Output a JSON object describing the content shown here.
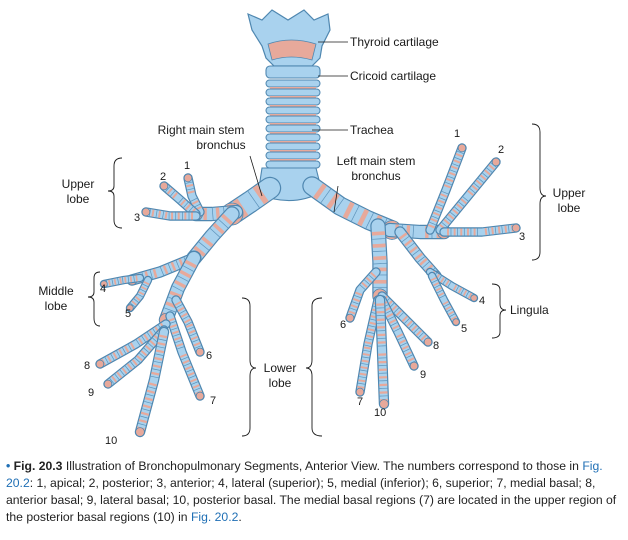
{
  "labels": {
    "thyroid": "Thyroid cartilage",
    "cricoid": "Cricoid cartilage",
    "trachea": "Trachea",
    "right_main_1": "Right main stem",
    "right_main_2": "bronchus",
    "left_main_1": "Left main stem",
    "left_main_2": "bronchus",
    "upper_right_1": "Upper",
    "upper_right_2": "lobe",
    "middle_1": "Middle",
    "middle_2": "lobe",
    "upper_left_1": "Upper",
    "upper_left_2": "lobe",
    "lingula": "Lingula",
    "lower_1": "Lower",
    "lower_2": "lobe"
  },
  "segment_numbers": {
    "r1": "1",
    "r2": "2",
    "r3": "3",
    "r4": "4",
    "r5": "5",
    "r6": "6",
    "r7": "7",
    "r8": "8",
    "r9": "9",
    "r10": "10",
    "l1": "1",
    "l2": "2",
    "l3": "3",
    "l4": "4",
    "l5": "5",
    "l6": "6",
    "l7": "7",
    "l8": "8",
    "l9": "9",
    "l10": "10"
  },
  "caption": {
    "bullet": "•",
    "fig_number": "Fig. 20.3",
    "title": "Illustration of Bronchopulmonary Segments, Anterior View.",
    "text_1": "The numbers correspond to those in",
    "ref_1": "Fig. 20.2",
    "text_2": ": 1, apical; 2, posterior; 3, anterior; 4, lateral (superior); 5, medial (inferior); 6, superior; 7, medial basal; 8, anterior basal; 9, lateral basal; 10, posterior basal. The medial basal regions (7) are located in the upper region of the posterior basal regions (10) in",
    "ref_2": "Fig. 20.2",
    "text_3": "."
  },
  "colors": {
    "cartilage_blue": "#a9d2ee",
    "outline_blue": "#4f87b0",
    "ring_pink": "#e7a99b",
    "link_blue": "#1f6fb5"
  }
}
